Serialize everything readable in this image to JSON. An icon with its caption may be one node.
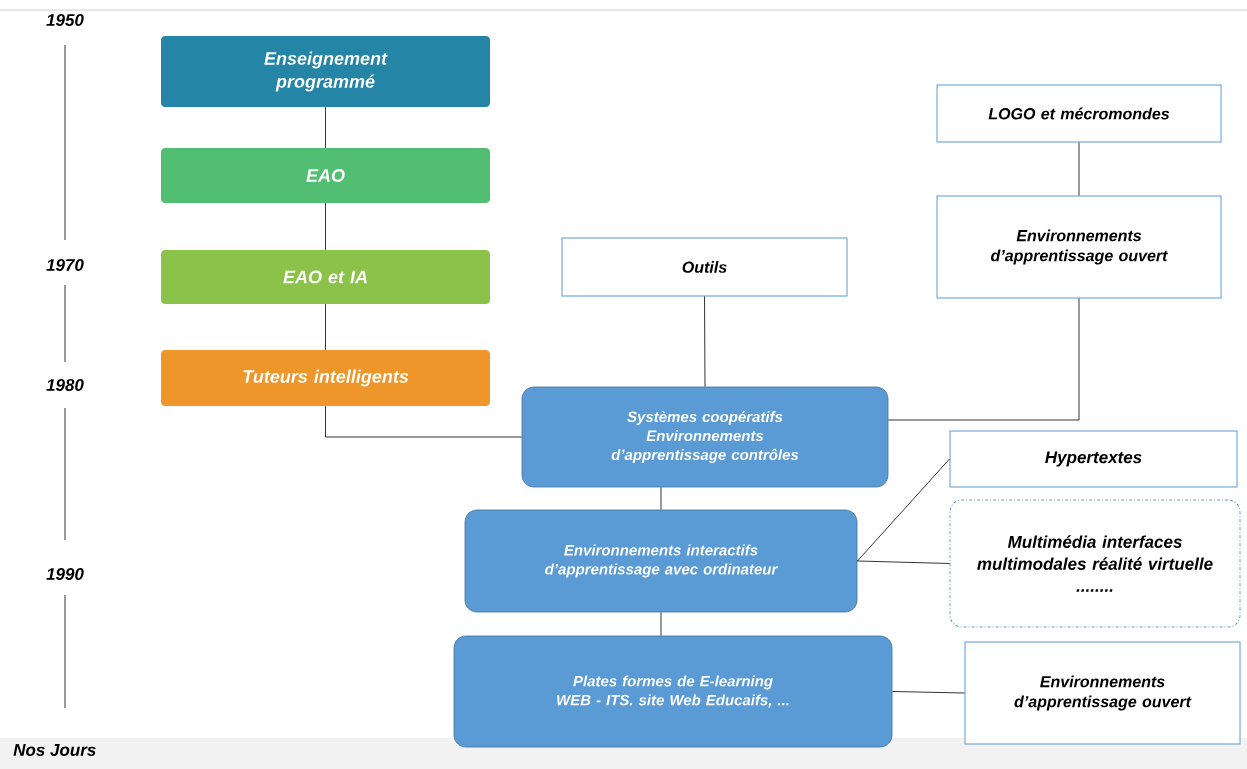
{
  "diagram": {
    "nodes": [
      {
        "text": [
          "Enseignement programmé"
        ]
      },
      {
        "text": [
          "EAO"
        ]
      },
      {
        "text": [
          "EAO et IA"
        ]
      },
      {
        "text": [
          "Tuteurs intelligents"
        ]
      },
      {
        "text": [
          "Outils"
        ]
      },
      {
        "text": [
          "LOGO et mécromondes"
        ]
      },
      {
        "text": [
          "Environnements d’apprentissage ouvert"
        ]
      },
      {
        "text": [
          "Systèmes coopératifs",
          "Environnements d’apprentissage contrôles"
        ]
      },
      {
        "text": [
          "Hypertextes"
        ]
      },
      {
        "text": [
          "Multimédia interfaces multimodales réalité virtuelle",
          "........"
        ]
      },
      {
        "text": [
          "Environnements interactifs d’apprentissage avec ordinateur"
        ]
      },
      {
        "text": [
          "Plates formes de E-learning WEB - ITS. site Web Educaifs, ..."
        ]
      },
      {
        "text": [
          "Environnements d’apprentissage ouvert"
        ]
      }
    ],
    "edges": [
      {
        "from": 0,
        "to": 1,
        "arrow": "none"
      },
      {
        "from": 1,
        "to": 2,
        "arrow": "none"
      },
      {
        "from": 2,
        "to": 3,
        "arrow": "none"
      },
      {
        "from": 3,
        "to": 7,
        "arrow": "none"
      },
      {
        "from": 4,
        "to": 7,
        "arrow": "none"
      },
      {
        "from": 5,
        "to": 6,
        "arrow": "none"
      },
      {
        "from": 6,
        "to": 7,
        "arrow": "none"
      },
      {
        "from": 7,
        "to": 10,
        "arrow": "none"
      },
      {
        "from": 10,
        "to": 8,
        "arrow": "none"
      },
      {
        "from": 10,
        "to": 9,
        "arrow": "none"
      },
      {
        "from": 10,
        "to": 11,
        "arrow": "none"
      },
      {
        "from": 11,
        "to": 12,
        "arrow": "none"
      }
    ],
    "labels": [
      "1950",
      "1970",
      "1980",
      "1990",
      "Nos Jours"
    ]
  }
}
